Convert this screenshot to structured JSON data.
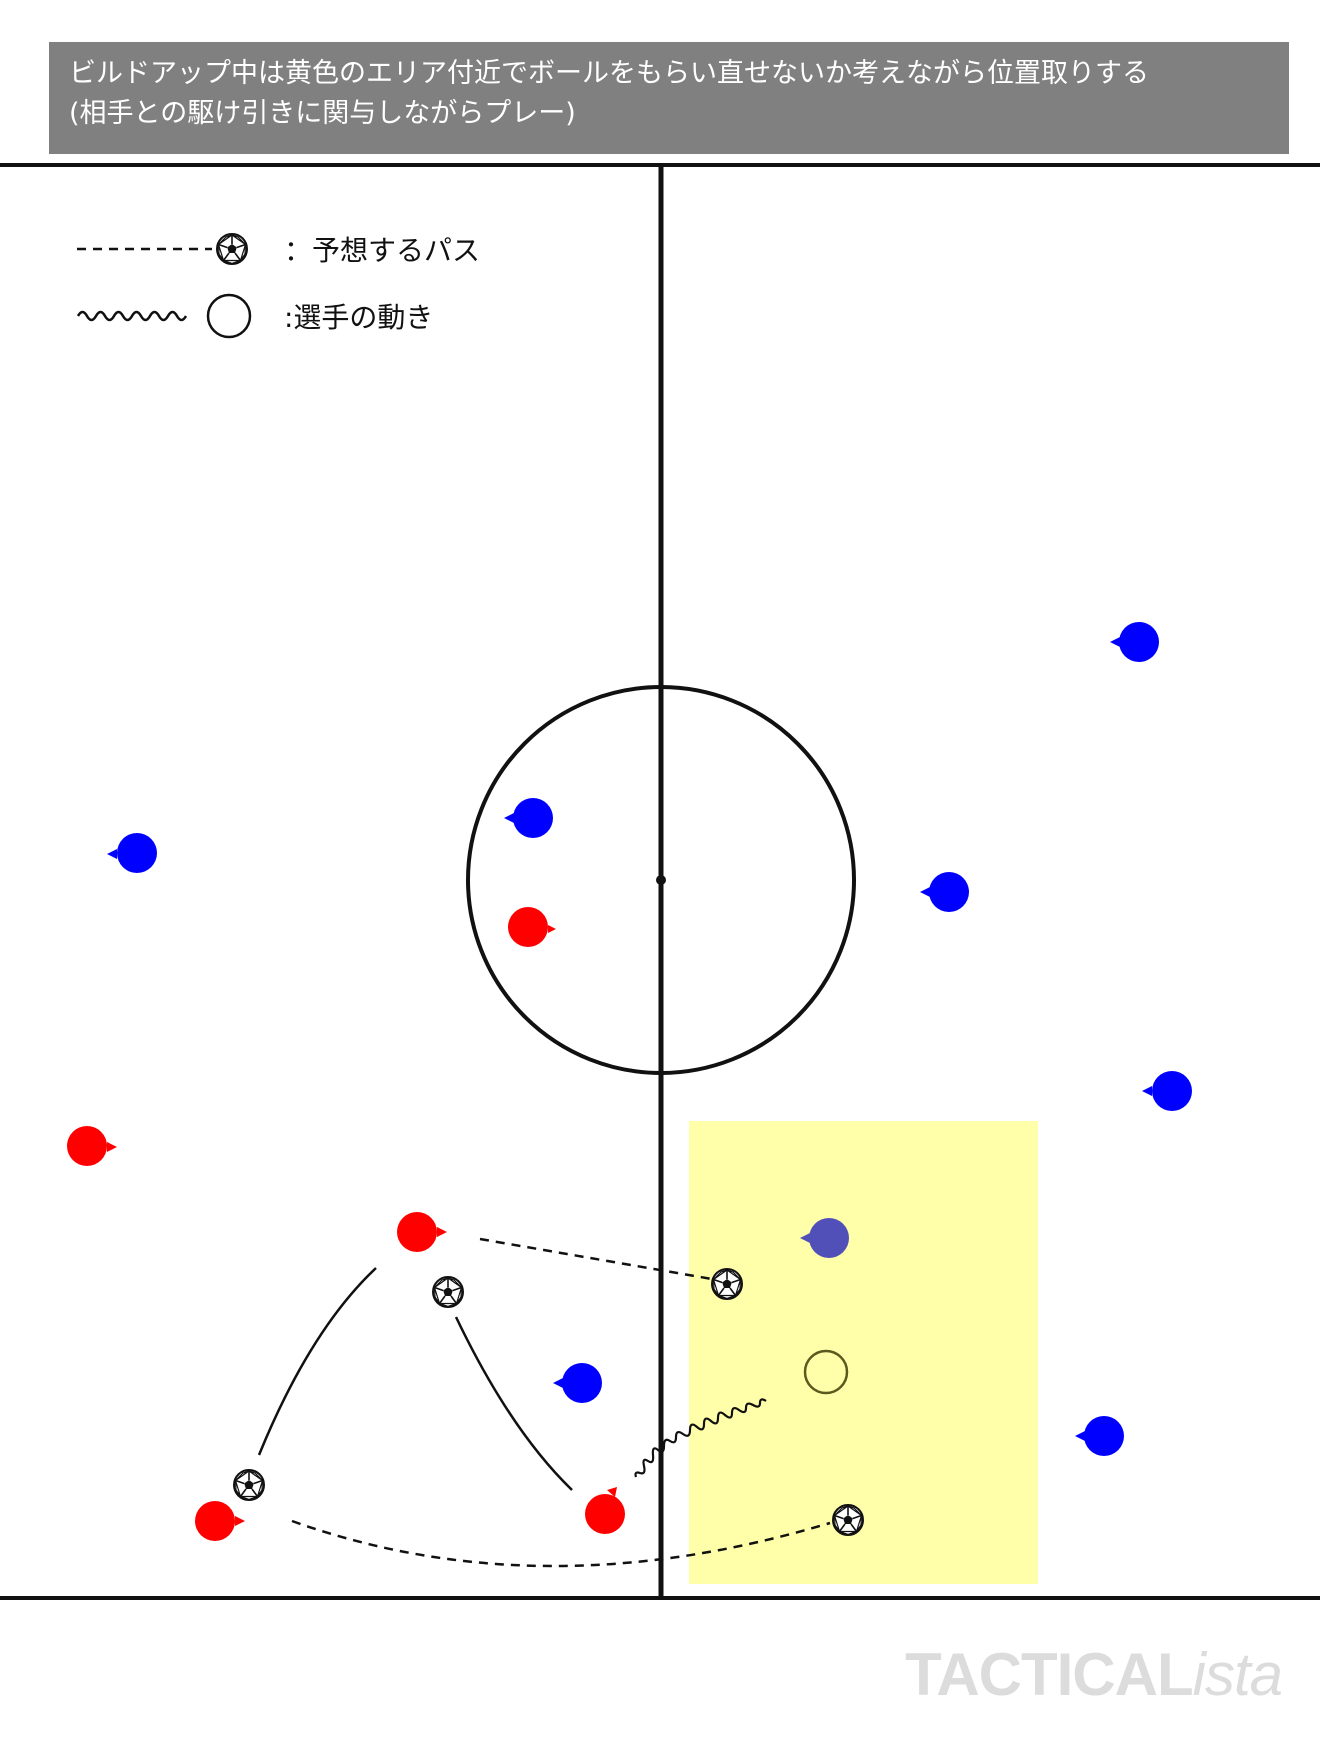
{
  "title": {
    "line1": "ビルドアップ中は黄色のエリア付近でボールをもらい直せないか考えながら位置取りする",
    "line2": "(相手との駆け引きに関与しながらプレー)"
  },
  "legend": {
    "pass_label": "：予想するパス",
    "movement_label": ":選手の動き"
  },
  "brand": {
    "main": "TACTICAL",
    "suffix": "ista"
  },
  "colors": {
    "red_team": "#ff0000",
    "blue_team": "#0000ff",
    "highlighted_blue": "#5050b8",
    "yellow_zone": "#ffffaa",
    "header_bg": "#808080",
    "line": "#111111"
  },
  "icons": {
    "ball": "soccer-ball-icon",
    "movement_target": "empty-circle-icon"
  }
}
